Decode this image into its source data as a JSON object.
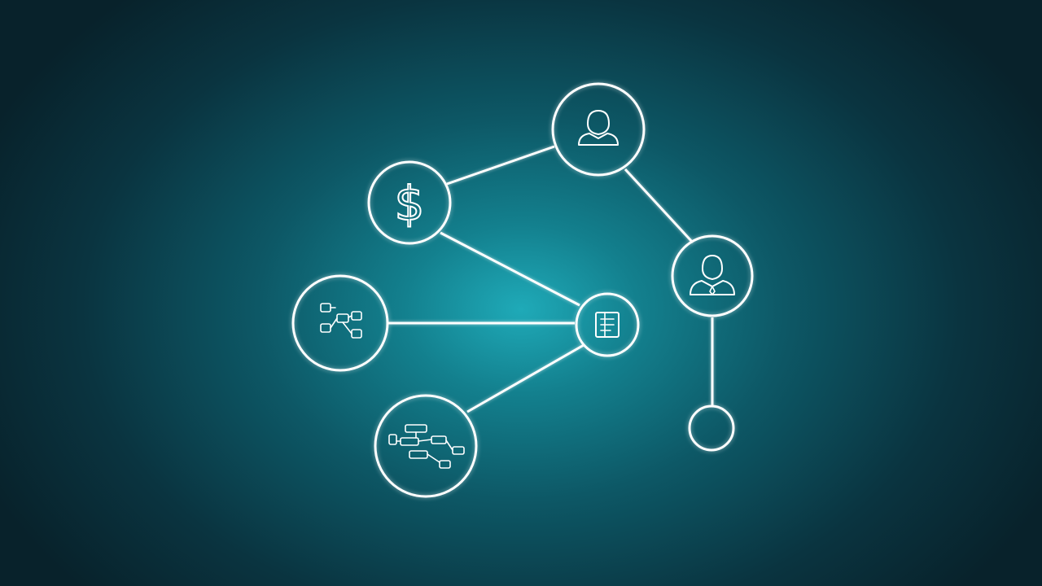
{
  "diagram": {
    "colors": {
      "line": "#ffffff",
      "background_center": "#1faab8",
      "background_edge": "#08222b"
    },
    "nodes": [
      {
        "id": "person-top",
        "icon": "person-icon"
      },
      {
        "id": "dollar",
        "icon": "dollar-icon",
        "symbol": "$"
      },
      {
        "id": "person-right",
        "icon": "person-tie-icon"
      },
      {
        "id": "flowchart",
        "icon": "flowchart-icon"
      },
      {
        "id": "document",
        "icon": "document-icon"
      },
      {
        "id": "process-map",
        "icon": "process-map-icon"
      },
      {
        "id": "empty",
        "icon": ""
      }
    ],
    "edges": [
      [
        "dollar",
        "person-top"
      ],
      [
        "person-top",
        "person-right"
      ],
      [
        "person-right",
        "empty"
      ],
      [
        "dollar",
        "document"
      ],
      [
        "flowchart",
        "document"
      ],
      [
        "process-map",
        "document"
      ]
    ]
  }
}
